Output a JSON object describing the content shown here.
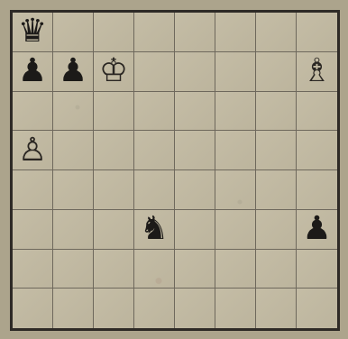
{
  "board": {
    "rows": 8,
    "cols": 8,
    "pieces": [
      {
        "row": 0,
        "col": 0,
        "glyph": "♛",
        "name": "black-queen-icon",
        "side": "black"
      },
      {
        "row": 1,
        "col": 0,
        "glyph": "♟",
        "name": "black-pawn-icon",
        "side": "black"
      },
      {
        "row": 1,
        "col": 1,
        "glyph": "♟",
        "name": "black-pawn-icon",
        "side": "black"
      },
      {
        "row": 1,
        "col": 2,
        "glyph": "♔",
        "name": "white-king-icon",
        "side": "white"
      },
      {
        "row": 1,
        "col": 7,
        "glyph": "♗",
        "name": "white-bishop-icon",
        "side": "white"
      },
      {
        "row": 3,
        "col": 0,
        "glyph": "♙",
        "name": "white-pawn-icon",
        "side": "white"
      },
      {
        "row": 5,
        "col": 3,
        "glyph": "♞",
        "name": "black-knight-icon",
        "side": "black"
      },
      {
        "row": 5,
        "col": 7,
        "glyph": "♟",
        "name": "black-pawn-icon",
        "side": "black"
      }
    ]
  }
}
